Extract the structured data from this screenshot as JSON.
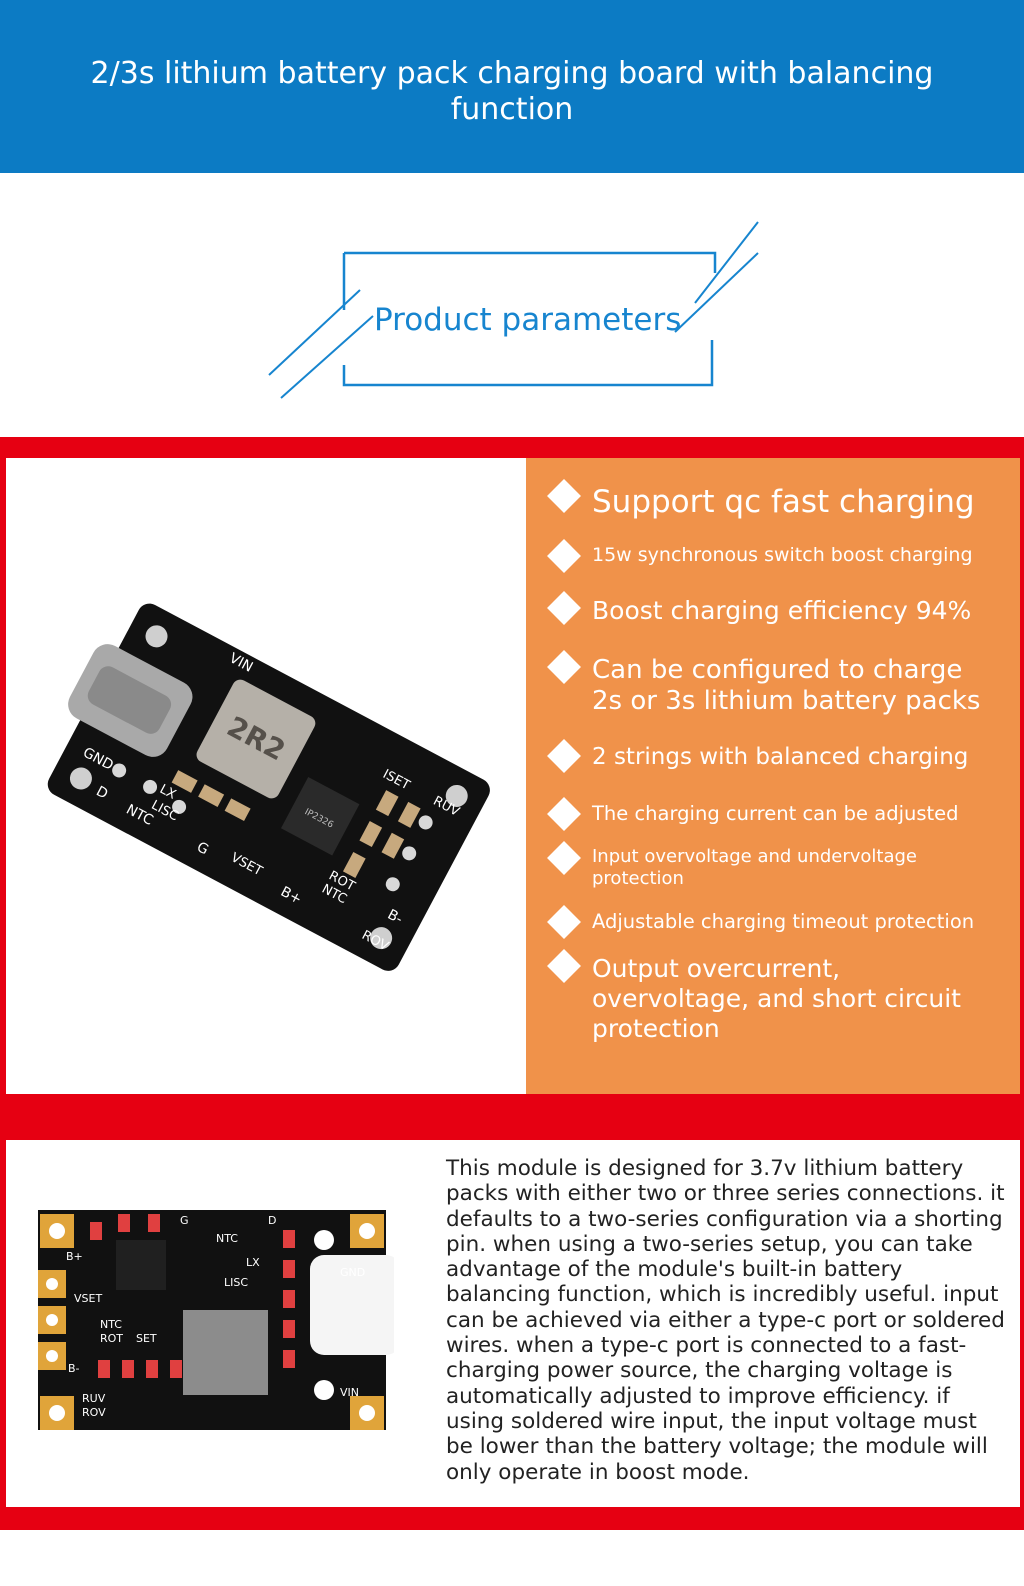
{
  "header": {
    "title": "2/3s lithium battery pack charging board with balancing function"
  },
  "section": {
    "label": "Product parameters"
  },
  "features": [
    {
      "text": "Support qc fast charging"
    },
    {
      "text": "15w synchronous switch boost charging"
    },
    {
      "text": "Boost charging efficiency 94%"
    },
    {
      "text": "Can be configured to charge 2s or 3s lithium battery packs"
    },
    {
      "text": "2 strings with balanced charging"
    },
    {
      "text": "The charging current can be adjusted"
    },
    {
      "text": "Input overvoltage and undervoltage protection"
    },
    {
      "text": "Adjustable charging timeout protection"
    },
    {
      "text": "Output overcurrent, overvoltage, and short circuit protection"
    }
  ],
  "description": "This module is designed for 3.7v lithium battery packs with either two or three series connections. it defaults to a two-series configuration via a shorting pin. when using a two-series setup, you can take advantage of the module's built-in battery balancing function, which is incredibly useful. input can be achieved via either a type-c port or soldered wires. when a type-c port is connected to a fast-charging power source, the charging voltage is automatically adjusted to improve efficiency. if using soldered wire input, the input voltage must be lower than the battery voltage; the module will only operate in boost mode.",
  "board_top": {
    "inductor": "2R2",
    "chip": "IP2326",
    "pins": [
      "VIN",
      "GND",
      "D",
      "NTC",
      "G",
      "B+",
      "B-"
    ],
    "silk": [
      "LX",
      "LISC",
      "ISET",
      "ROT",
      "NTC",
      "VSET",
      "RUV",
      "ROV"
    ]
  },
  "board_bottom": {
    "pins": [
      "B+",
      "G",
      "D",
      "NTC",
      "LX",
      "LISC",
      "GND",
      "VSET",
      "NTC",
      "ROT",
      "SET",
      "B-",
      "RUV",
      "ROV",
      "VIN"
    ]
  },
  "colors": {
    "header": "#0c7bc4",
    "accent": "#1785cf",
    "band": "#e60012",
    "feature_panel": "#f0924a"
  }
}
